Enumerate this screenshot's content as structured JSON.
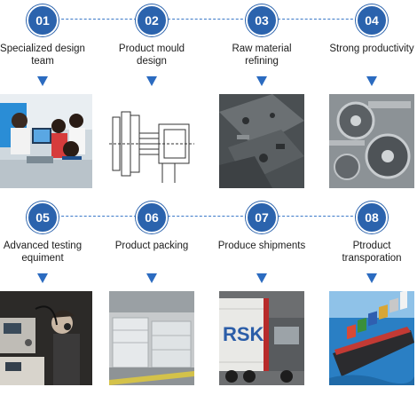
{
  "steps": [
    {
      "number": "01",
      "label_line1": "Specialized design",
      "label_line2": "team",
      "image": "design-team-photo"
    },
    {
      "number": "02",
      "label_line1": "Product mould",
      "label_line2": "design",
      "image": "mould-drawing"
    },
    {
      "number": "03",
      "label_line1": "Raw material",
      "label_line2": "refining",
      "image": "raw-material-photo"
    },
    {
      "number": "04",
      "label_line1": "Strong productivity",
      "label_line2": "",
      "image": "machinery-photo"
    },
    {
      "number": "05",
      "label_line1": "Advanced testing",
      "label_line2": "equiment",
      "image": "testing-photo"
    },
    {
      "number": "06",
      "label_line1": "Product packing",
      "label_line2": "",
      "image": "packing-photo"
    },
    {
      "number": "07",
      "label_line1": "Produce shipments",
      "label_line2": "",
      "image": "container-truck-photo"
    },
    {
      "number": "08",
      "label_line1": "Ptroduct",
      "label_line2": "transporation",
      "image": "cargo-ship-photo"
    }
  ],
  "container_text": "RSK",
  "colors": {
    "badge": "#2b63ad",
    "arrow": "#2b6bc0",
    "connector": "#3a78c8"
  }
}
